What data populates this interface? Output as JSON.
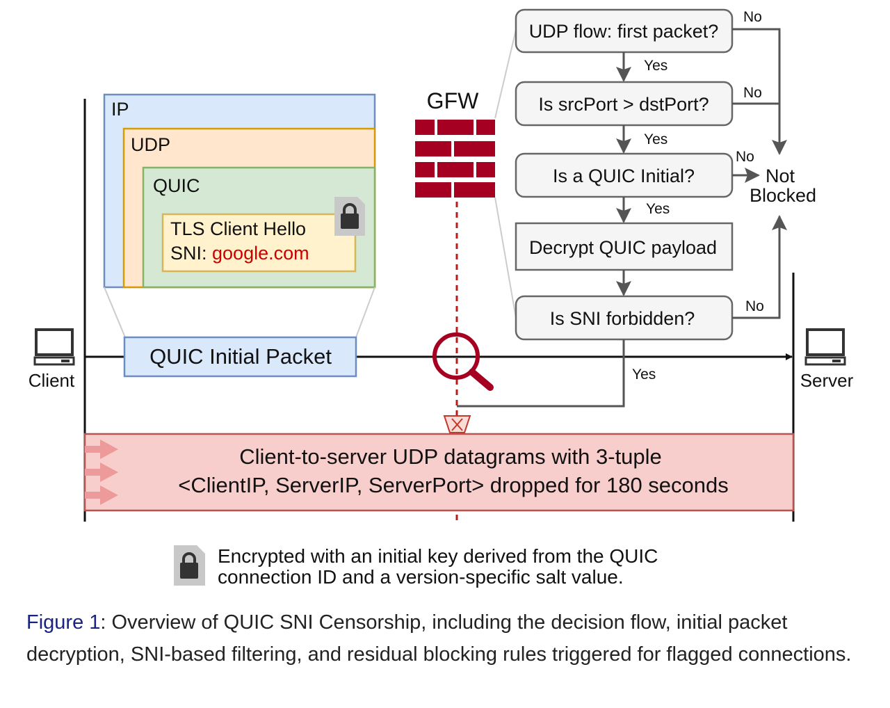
{
  "endpoints": {
    "client": "Client",
    "server": "Server"
  },
  "packet": {
    "layers": {
      "ip": "IP",
      "udp": "UDP",
      "quic": "QUIC"
    },
    "tls_line1": "TLS Client Hello",
    "sni_label": "SNI: ",
    "sni_value": "google.com",
    "initial_packet": "QUIC Initial Packet"
  },
  "gfw": {
    "label": "GFW"
  },
  "flow": {
    "steps": [
      "UDP flow: first packet?",
      "Is srcPort > dstPort?",
      "Is a QUIC Initial?",
      "Decrypt QUIC payload",
      "Is SNI forbidden?"
    ],
    "yes": "Yes",
    "no": "No",
    "outcome_line1": "Not",
    "outcome_line2": "Blocked"
  },
  "blocking": {
    "line1": "Client-to-server UDP datagrams with 3-tuple",
    "line2": "<ClientIP, ServerIP, ServerPort> dropped for 180 seconds"
  },
  "legend": {
    "line1": "Encrypted with an initial key derived from the QUIC",
    "line2": "connection ID and a version-specific salt value."
  },
  "caption": {
    "figure": "Figure 1",
    "text": ": Overview of QUIC SNI Censorship, including the decision flow, initial packet decryption, SNI-based filtering, and residual blocking rules triggered for flagged connections."
  },
  "colors": {
    "ip": "#dae8fc",
    "ip_border": "#6c8ebf",
    "udp": "#ffe6cc",
    "udp_border": "#d79b00",
    "quic": "#d5e8d4",
    "quic_border": "#82b366",
    "tls": "#fff2cc",
    "tls_border": "#d6b656",
    "gfw_red": "#a50021",
    "sni_red": "#cc0000",
    "block_fill": "#f8cecc",
    "block_border": "#b85450",
    "flow_fill": "#f5f5f5",
    "flow_border": "#666666"
  }
}
